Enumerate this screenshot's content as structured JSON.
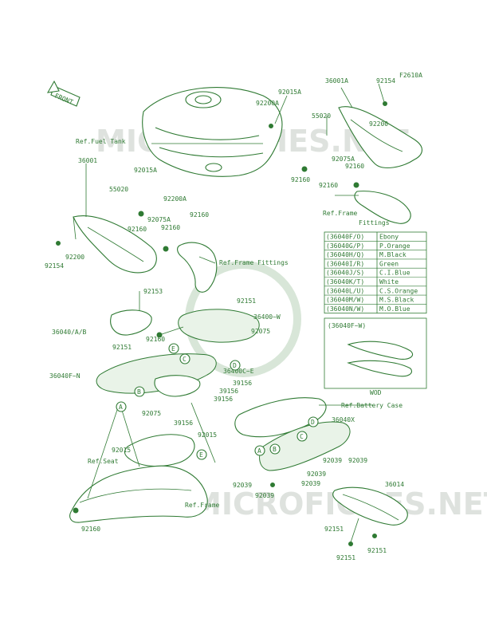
{
  "diagram_code": "F2610A",
  "front_label": "FRONT",
  "watermark": "MICROFICHES.NET",
  "refs": {
    "fuel_tank": "Ref.Fuel Tank",
    "frame_fittings_right": "Ref.Frame\nFittings",
    "frame_fittings_left": "Ref.Frame Fittings",
    "battery_case": "Ref.Battery Case",
    "seat": "Ref.Seat",
    "frame": "Ref.Frame"
  },
  "part_numbers": [
    "92015A",
    "36001A",
    "92154",
    "55020",
    "92200A",
    "92200",
    "92075A",
    "92160",
    "92160",
    "92160",
    "36001",
    "92015A",
    "55020",
    "92200A",
    "92075A",
    "92160",
    "92160",
    "92160",
    "92200",
    "92154",
    "92153",
    "92151",
    "36400~W",
    "36040/A/B",
    "92160",
    "92075",
    "92151",
    "36400C~E",
    "36040F~N",
    "39156",
    "39156",
    "39156",
    "92075",
    "39156",
    "92015",
    "92015",
    "92160",
    "36040X",
    "92039",
    "92039",
    "92039",
    "92039",
    "92039",
    "92039",
    "36014",
    "92151",
    "92151",
    "92151"
  ],
  "callouts": [
    "A",
    "B",
    "C",
    "D",
    "E"
  ],
  "legend": {
    "rows": [
      {
        "code": "(36040F/O)",
        "color": "Ebony"
      },
      {
        "code": "(36040G/P)",
        "color": "P.Orange"
      },
      {
        "code": "(36040H/Q)",
        "color": "M.Black"
      },
      {
        "code": "(36040I/R)",
        "color": "Green"
      },
      {
        "code": "(36040J/S)",
        "color": "C.I.Blue"
      },
      {
        "code": "(36040K/T)",
        "color": "White"
      },
      {
        "code": "(36040L/U)",
        "color": "C.S.Orange"
      },
      {
        "code": "(36040M/W)",
        "color": "M.S.Black"
      },
      {
        "code": "(36040N/W)",
        "color": "M.O.Blue"
      }
    ],
    "inset_title": "(36040F~W)",
    "inset_caption": "WOD"
  }
}
